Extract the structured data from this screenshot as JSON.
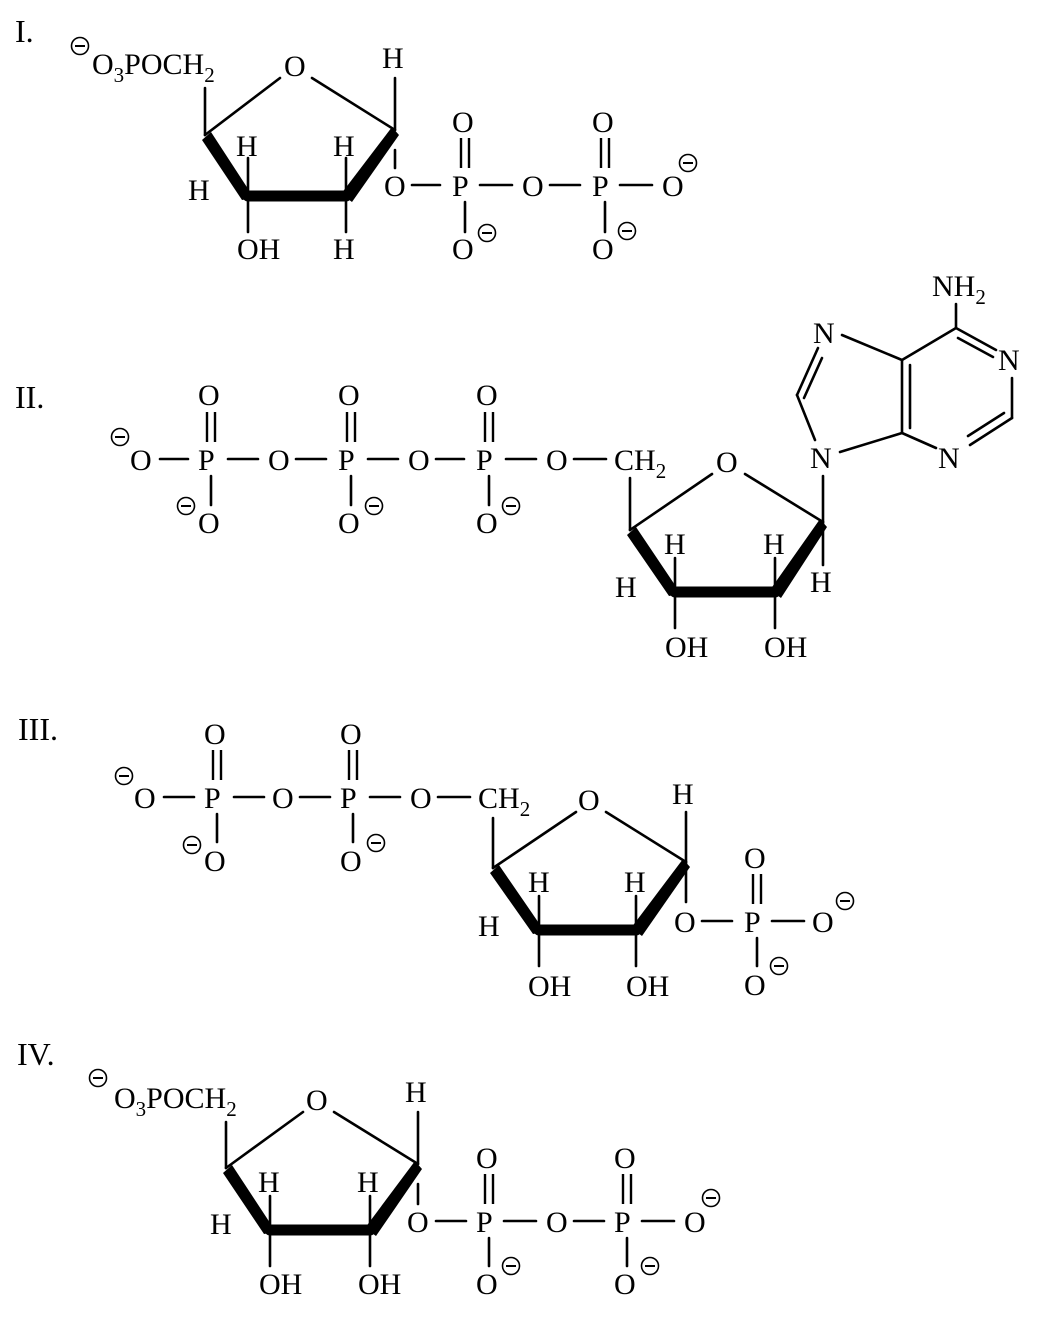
{
  "structures": [
    {
      "numeral": "I.",
      "ring": {
        "oxygen": "O",
        "c1_top_h": "H",
        "c2_h_up": "H",
        "c3_h_up": "H",
        "c3_sub": "H",
        "c2_sub": "OH",
        "c4_side_h": "H"
      },
      "phosphate_group": {
        "left": "O",
        "P": "P",
        "O": "O",
        "sub3": "3",
        "ch2": "CH",
        "sub2": "2"
      },
      "chain": {
        "bridge_o": "O",
        "p1": "P",
        "p1_top": "O",
        "p1_bottom": "O",
        "link_o": "O",
        "p2": "P",
        "p2_top": "O",
        "p2_bottom": "O",
        "terminal_o": "O"
      }
    },
    {
      "numeral": "II.",
      "chain": {
        "terminal_o": "O",
        "pa": "P",
        "pa_top": "O",
        "pa_bottom": "O",
        "o1": "O",
        "pb": "P",
        "pb_top": "O",
        "pb_bottom": "O",
        "o2": "O",
        "pc": "P",
        "pc_top": "O",
        "pc_bottom": "O",
        "o3": "O"
      },
      "ring": {
        "ch2": "CH",
        "sub2": "2",
        "oxygen": "O",
        "c2_h_up": "H",
        "c3_h_up": "H",
        "c4_side_h": "H",
        "c1_side_h": "H",
        "c2_sub": "OH",
        "c3_sub": "OH"
      },
      "base": {
        "n9": "N",
        "n7": "N",
        "n1": "N",
        "n3": "N",
        "nh2": "NH",
        "sub2": "2"
      }
    },
    {
      "numeral": "III.",
      "chain": {
        "terminal_o": "O",
        "pa": "P",
        "pa_top": "O",
        "pa_bottom": "O",
        "o1": "O",
        "pb": "P",
        "pb_top": "O",
        "pb_bottom": "O",
        "o2": "O"
      },
      "ring": {
        "ch2": "CH",
        "sub2": "2",
        "oxygen": "O",
        "c1_top_h": "H",
        "c2_h_up": "H",
        "c3_h_up": "H",
        "c4_side_h": "H",
        "c2_sub": "OH",
        "c3_sub": "OH"
      },
      "phosphate": {
        "bridge_o": "O",
        "P": "P",
        "top_o": "O",
        "bottom_o": "O",
        "terminal_o": "O"
      }
    },
    {
      "numeral": "IV.",
      "ring": {
        "oxygen": "O",
        "c1_top_h": "H",
        "c2_h_up": "H",
        "c3_h_up": "H",
        "c4_side_h": "H",
        "c2_sub": "OH",
        "c3_sub": "OH"
      },
      "phosphate_group": {
        "left": "O",
        "P": "P",
        "O": "O",
        "sub3": "3",
        "ch2": "CH",
        "sub2": "2"
      },
      "chain": {
        "bridge_o": "O",
        "p1": "P",
        "p1_top": "O",
        "p1_bottom": "O",
        "link_o": "O",
        "p2": "P",
        "p2_top": "O",
        "p2_bottom": "O",
        "terminal_o": "O"
      }
    }
  ]
}
